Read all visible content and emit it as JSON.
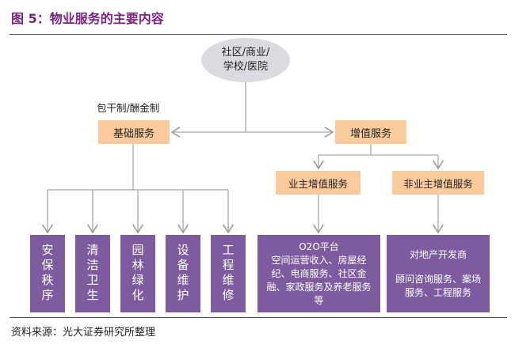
{
  "title": "图 5：物业服务的主要内容",
  "root": {
    "line1": "社区/商业/",
    "line2": "学校/医院"
  },
  "note": "包干制/酬金制",
  "basic": "基础服务",
  "value_added": "增值服务",
  "owner_va": "业主增值服务",
  "nonowner_va": "非业主增值服务",
  "basic_items": [
    "安保秩序",
    "清洁卫生",
    "园林绿化",
    "设备维护",
    "工程维修"
  ],
  "owner_box": {
    "line1": "O2O平台",
    "line2": "空间运营收入、房屋经纪、电商服务、社区金融、家政服务及养老服务等"
  },
  "nonowner_box": {
    "line1": "对地产开发商",
    "line2": "顾问咨询服务、案场服务、工程服务"
  },
  "source": "资料来源：光大证券研究所整理",
  "colors": {
    "title": "#7a1f7e",
    "peach": "#fbcb9e",
    "purple": "#7c5b9e",
    "ellipse": "#ddd9e0"
  }
}
